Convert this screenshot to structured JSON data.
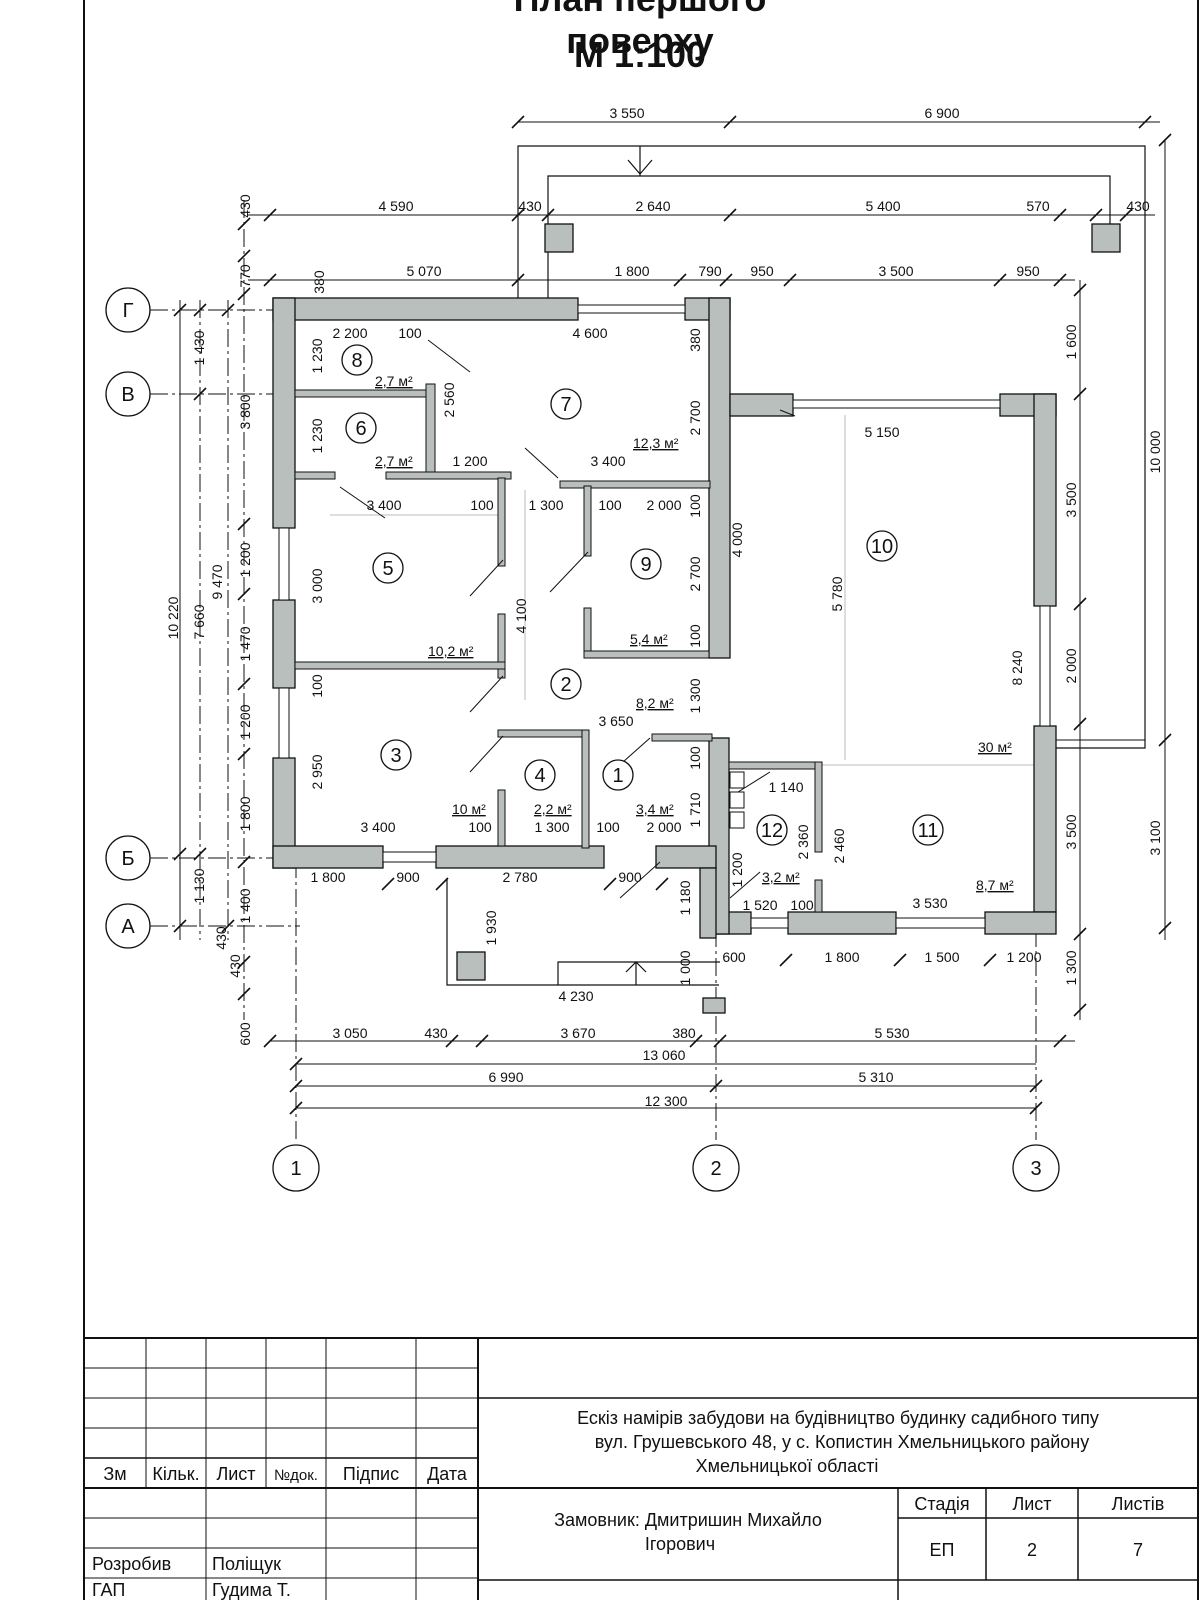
{
  "title": {
    "line1": "План першого поверху",
    "line2": "М 1:100"
  },
  "axes": {
    "letters": [
      "Г",
      "В",
      "Б",
      "А"
    ],
    "numbers": [
      "1",
      "2",
      "3"
    ]
  },
  "rooms": [
    "1",
    "2",
    "3",
    "4",
    "5",
    "6",
    "7",
    "8",
    "9",
    "10",
    "11",
    "12"
  ],
  "areas": {
    "r8": "2,7 м²",
    "r6": "2,7 м²",
    "r7": "12,3 м²",
    "r5": "10,2 м²",
    "r9": "5,4 м²",
    "r2": "8,2 м²",
    "r10": "30 м²",
    "r3": "10 м²",
    "r4": "2,2 м²",
    "r1": "3,4 м²",
    "r12": "3,2 м²",
    "r11": "8,7 м²"
  },
  "dimensions": {
    "top1": [
      "3 550",
      "6 900"
    ],
    "top2": [
      "430",
      "4 590",
      "430",
      "2 640",
      "5 400",
      "570",
      "430"
    ],
    "top3": [
      "770",
      "380",
      "5 070",
      "1 800",
      "790",
      "950",
      "3 500",
      "950"
    ],
    "inner": [
      "2 200",
      "100",
      "4 600",
      "380",
      "1 230",
      "2 560",
      "1 230",
      "3 800",
      "2 700",
      "1 200",
      "3 400",
      "5 150",
      "1 600",
      "1 430",
      "3 400",
      "100",
      "1 300",
      "100",
      "2 000",
      "100",
      "4 000",
      "3 500",
      "10 000",
      "1 200",
      "3 000",
      "2 700",
      "9 470",
      "10 220",
      "7 660",
      "4 100",
      "5 780",
      "1 470",
      "100",
      "100",
      "1 300",
      "8 240",
      "2 000",
      "3 650",
      "1 200",
      "2 950",
      "100",
      "1 140",
      "3 400",
      "100",
      "1 300",
      "100",
      "2 000",
      "1 710",
      "2 360",
      "2 460",
      "3 500",
      "3 100",
      "1 800",
      "1 800",
      "900",
      "2 780",
      "900",
      "1 180",
      "1 200",
      "1 520",
      "100",
      "3 530",
      "1 130",
      "1 400",
      "1 930",
      "600",
      "1 800",
      "1 500",
      "1 200",
      "1 300",
      "430",
      "430",
      "1 000",
      "4 230",
      "600"
    ],
    "bottom1": [
      "3 050",
      "430",
      "3 670",
      "380",
      "5 530"
    ],
    "bottom2": [
      "13 060"
    ],
    "bottom3": [
      "6 990",
      "5 310"
    ],
    "bottom4": [
      "12 300"
    ]
  },
  "titleblock": {
    "headers": [
      "Зм",
      "Кільк.",
      "Лист",
      "№док.",
      "Підпис",
      "Дата"
    ],
    "project_line1": "Ескіз намірів забудови на будівництво будинку садибного типу",
    "project_line2": "вул. Грушевського 48, у с. Копистин Хмельницького району",
    "project_line3": "Хмельницької області",
    "client_line1": "Замовник: Дмитришин Михайло",
    "client_line2": "Ігорович",
    "stage_header": "Стадія",
    "sheet_header": "Лист",
    "sheets_header": "Листів",
    "stage": "ЕП",
    "sheet": "2",
    "sheets": "7",
    "role1": "Розробив",
    "name1": "Поліщук",
    "role2": "ГАП",
    "name2": "Гудима Т."
  }
}
